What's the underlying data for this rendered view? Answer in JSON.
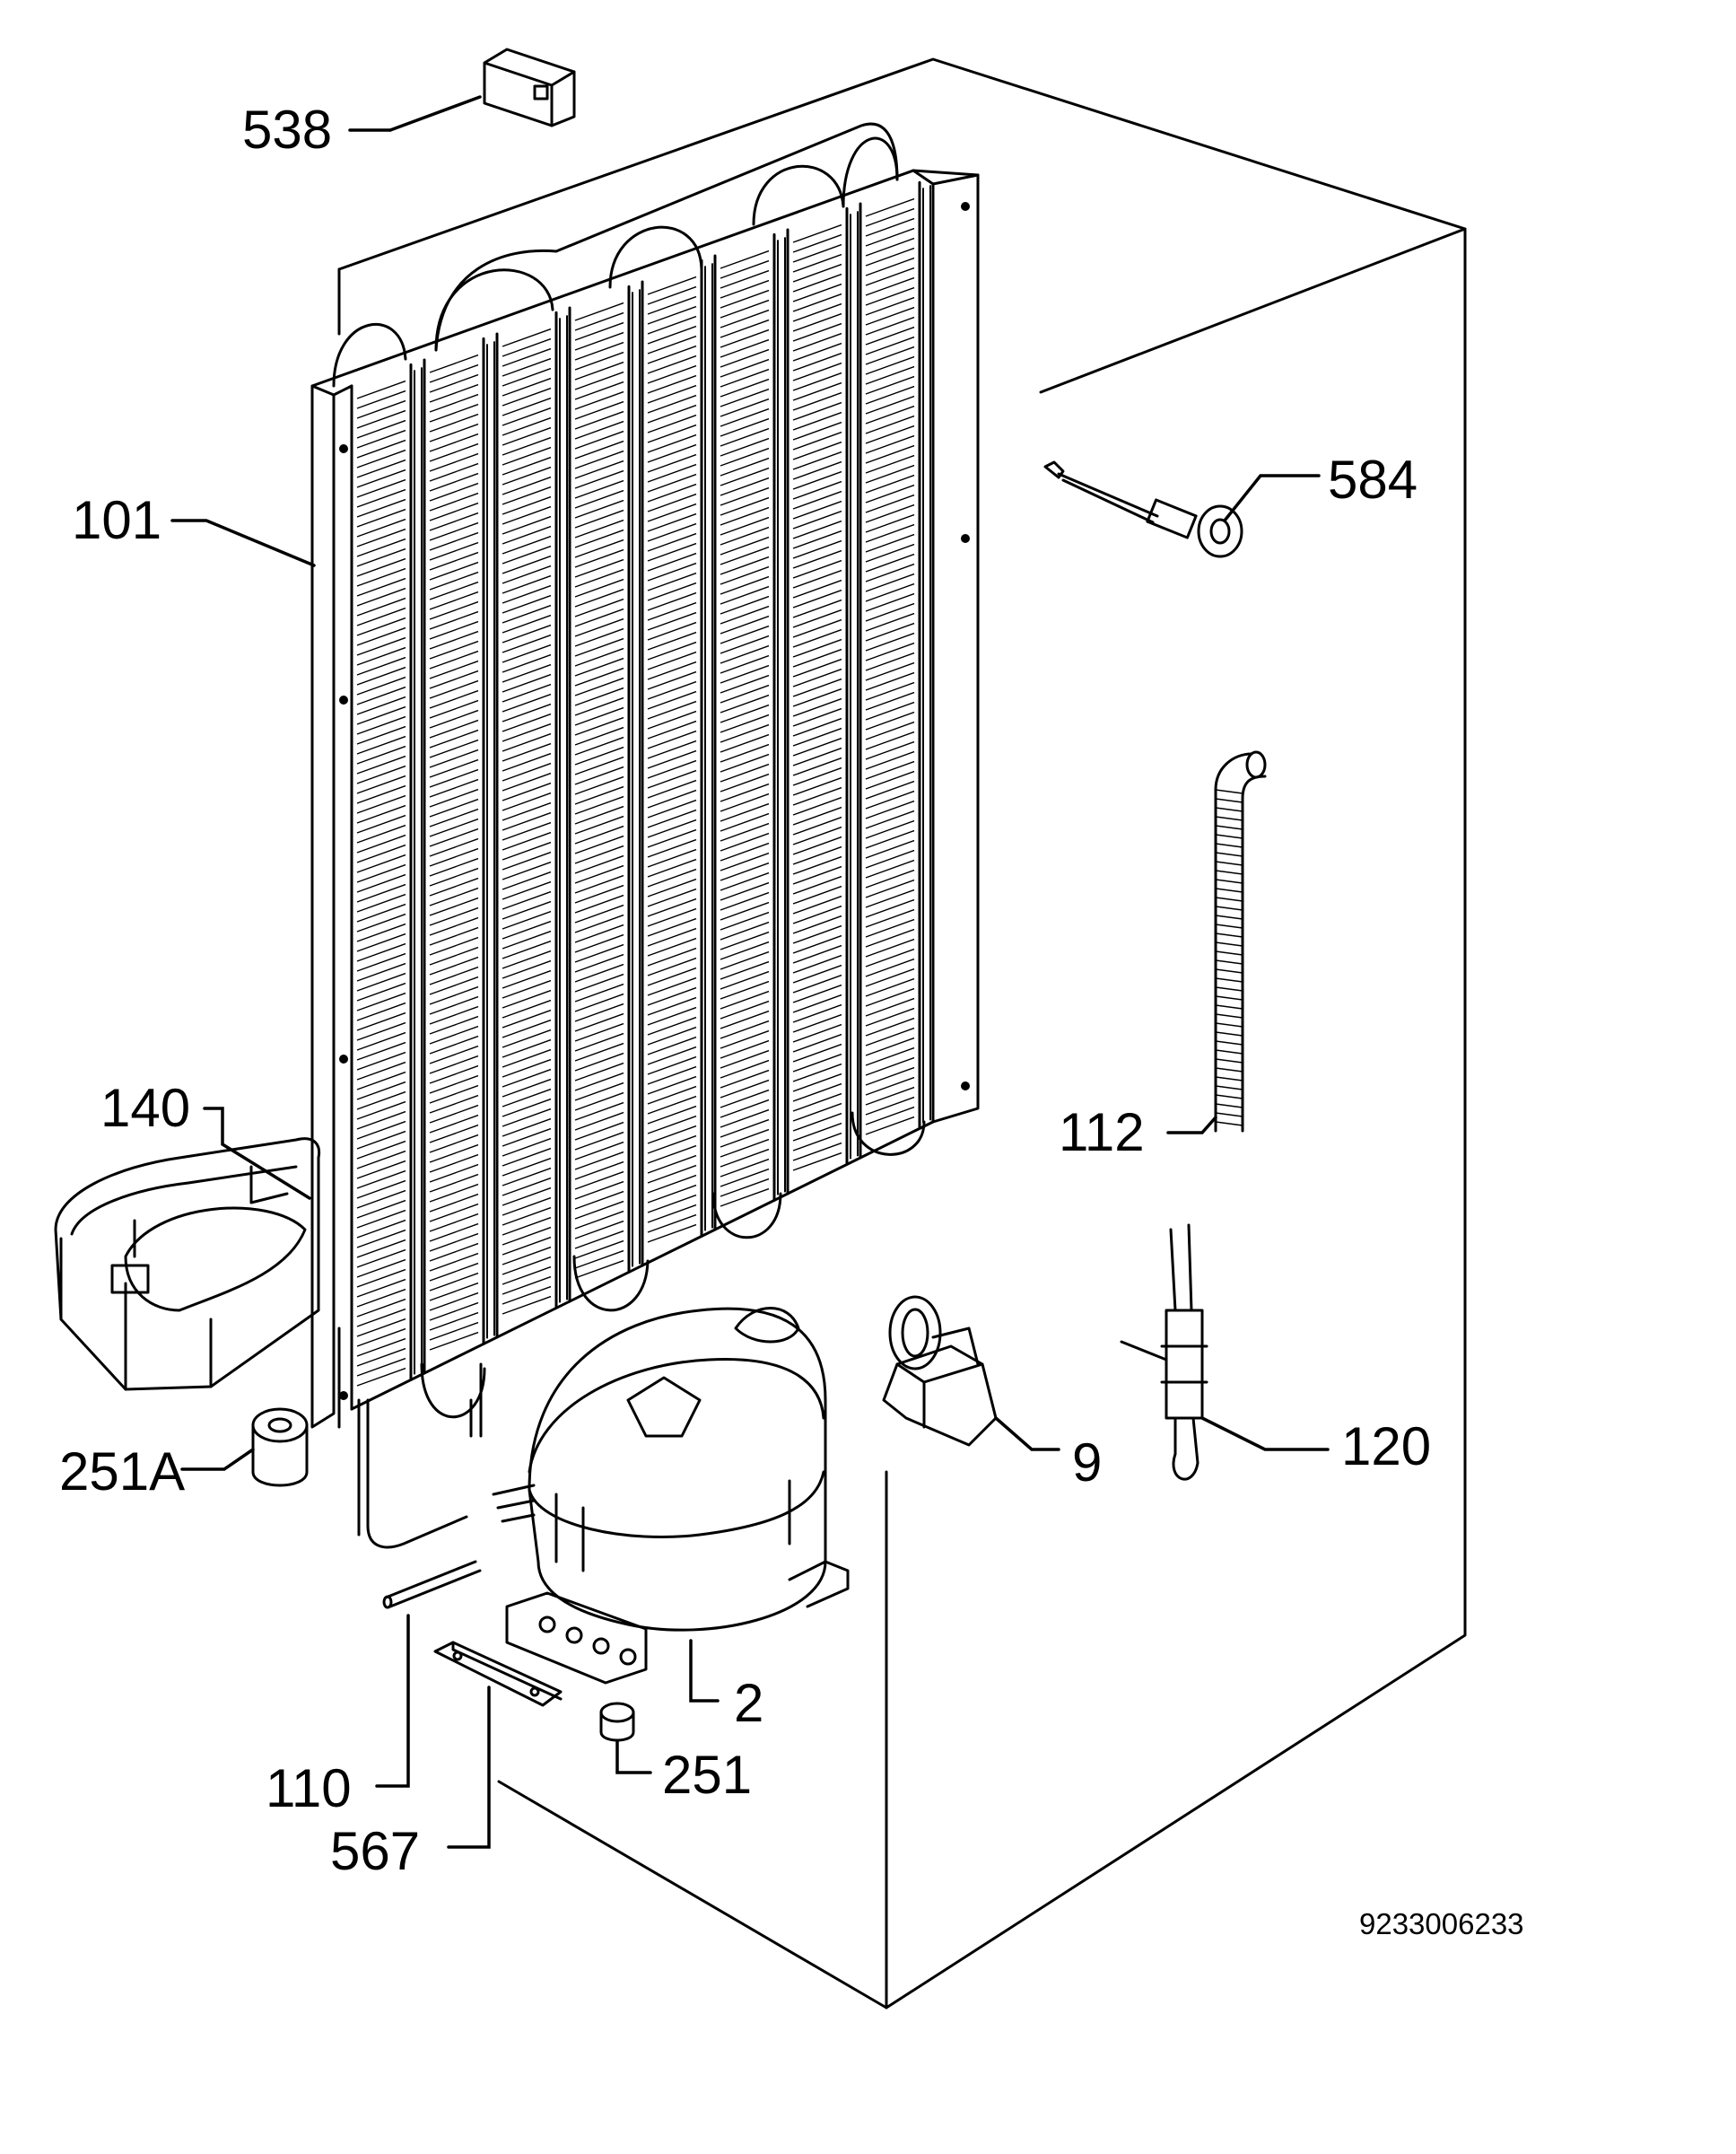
{
  "callouts": [
    {
      "id": "538",
      "label": "538"
    },
    {
      "id": "101",
      "label": "101"
    },
    {
      "id": "584",
      "label": "584"
    },
    {
      "id": "140",
      "label": "140"
    },
    {
      "id": "112",
      "label": "112"
    },
    {
      "id": "251a",
      "label": "251A"
    },
    {
      "id": "9",
      "label": "9"
    },
    {
      "id": "120",
      "label": "120"
    },
    {
      "id": "2",
      "label": "2"
    },
    {
      "id": "110",
      "label": "110"
    },
    {
      "id": "251",
      "label": "251"
    },
    {
      "id": "567",
      "label": "567"
    }
  ],
  "drawing_number": "9233006233"
}
